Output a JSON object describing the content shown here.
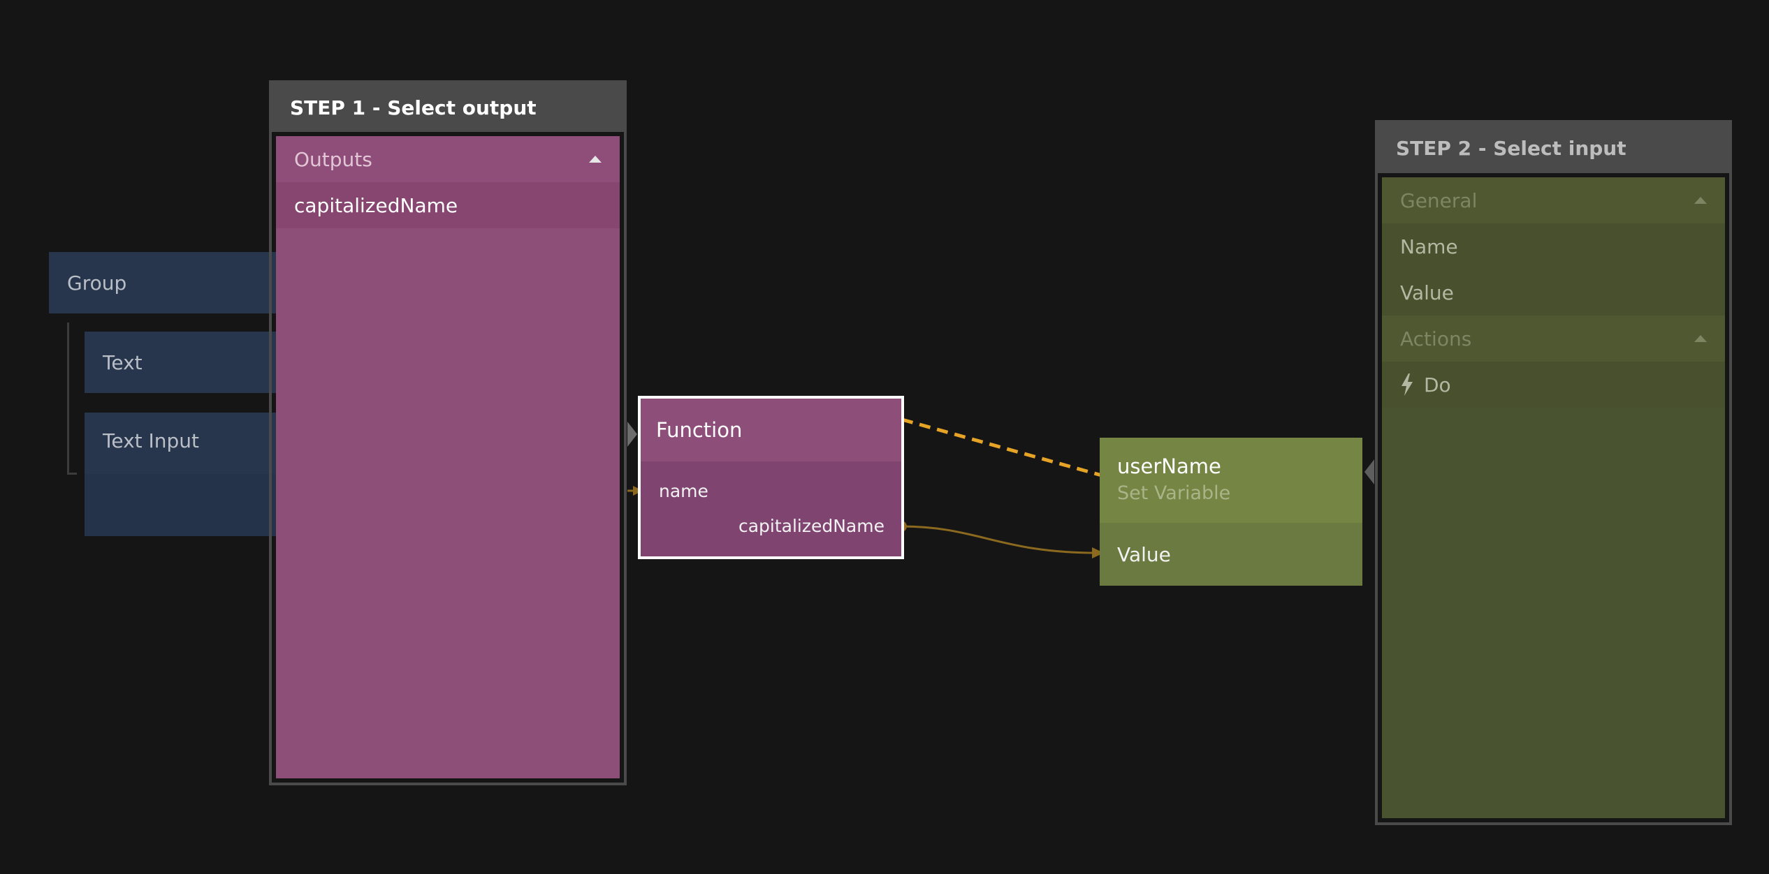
{
  "tree": {
    "group_label": "Group",
    "text_label": "Text",
    "text_input_label": "Text Input"
  },
  "step1": {
    "title": "STEP 1 - Select output",
    "section_label": "Outputs",
    "items": [
      "capitalizedName"
    ]
  },
  "function_node": {
    "title": "Function",
    "input_port": "name",
    "output_port": "capitalizedName"
  },
  "variable_node": {
    "title": "userName",
    "subtitle": "Set Variable",
    "input_port": "Value"
  },
  "step2": {
    "title": "STEP 2 - Select input",
    "general_label": "General",
    "general_items": [
      "Name",
      "Value"
    ],
    "actions_label": "Actions",
    "action_items": [
      "Do"
    ]
  },
  "colors": {
    "background": "#151515",
    "purple_node": "#8d4f77",
    "olive_node": "#6b7a40",
    "connection": "#8b6a1f",
    "dashed_connection": "#e6a427",
    "tree_node": "#27364c"
  },
  "icons": {
    "collapse": "triangle-up",
    "action": "lightning-bolt"
  }
}
